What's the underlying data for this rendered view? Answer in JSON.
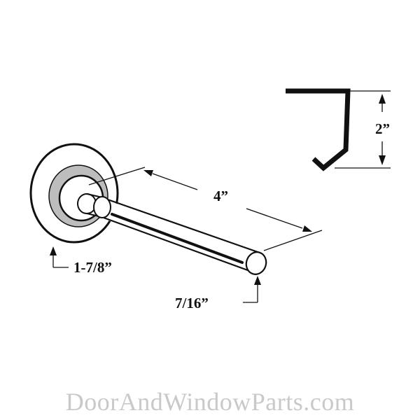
{
  "dimensions": {
    "track_height": "2”",
    "stem_length": "4”",
    "wheel_diameter": "1-7/8”",
    "stem_diameter": "7/16”"
  },
  "watermark": "DoorAndWindowParts.com",
  "colors": {
    "line": "#111111",
    "bearing_ring": "#bdbdbd",
    "watermark": "#c9c9c9"
  }
}
